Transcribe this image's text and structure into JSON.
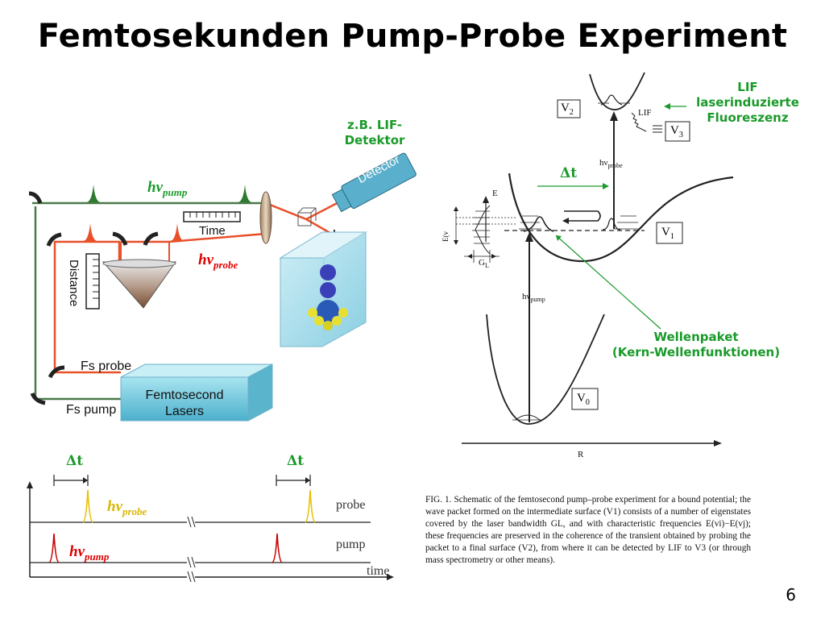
{
  "slide": {
    "title": "Femtosekunden Pump-Probe Experiment",
    "page_number": "6"
  },
  "setup": {
    "hv_pump": "hν",
    "pump_sub": "pump",
    "hv_probe": "hν",
    "probe_sub": "probe",
    "detector_note": "z.B. LIF-\nDetektor",
    "detector": "Detector",
    "time": "Time",
    "distance": "Distance",
    "fs_probe": "Fs probe",
    "fs_pump": "Fs pump",
    "lasers": "Femtosecond\nLasers",
    "colors": {
      "pump_beam": "#3c7a3c",
      "probe_beam": "#e8502a",
      "laser_box": "#6cc8dc",
      "detector": "#4aa8c8"
    }
  },
  "timing": {
    "delta_t": "Δt",
    "hv": "hν",
    "probe_sub": "probe",
    "pump_sub": "pump",
    "probe_label": "probe",
    "pump_label": "pump",
    "time_label": "time",
    "colors": {
      "probe": "#e8c000",
      "pump": "#cc0000"
    }
  },
  "potential": {
    "v2": "V",
    "v2_sub": "2",
    "v3": "V",
    "v3_sub": "3",
    "v1": "V",
    "v1_sub": "1",
    "v0": "V",
    "v0_sub": "0",
    "lif_small": "LIF",
    "lif_note": "LIF\nlaserinduzierte\nFluoreszenz",
    "delta_t": "Δt",
    "hv_probe": "hν",
    "hv_probe_sub": "probe",
    "hv_pump": "hν",
    "hv_pump_sub": "pump",
    "energy_axis": "E",
    "r_axis": "R",
    "gl": "G",
    "gl_sub": "L",
    "ediff": "E(v",
    "wavepacket_note": "Wellenpaket\n(Kern-Wellenfunktionen)"
  },
  "caption": {
    "text": "FIG. 1. Schematic of the femtosecond pump–probe experiment for a bound potential; the wave packet formed on the intermediate surface (V1) consists of a number of eigenstates covered by the laser bandwidth GL, and with characteristic frequencies E(vi)−E(vj); these frequencies are preserved in the coherence of the transient obtained by probing the packet to a final surface (V2), from where it can be detected by LIF to V3 (or through mass spectrometry or other means)."
  }
}
